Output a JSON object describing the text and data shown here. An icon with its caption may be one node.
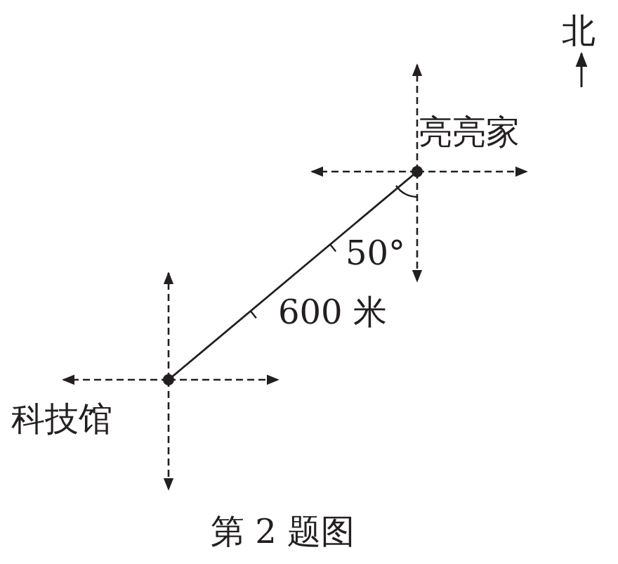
{
  "diagram": {
    "caption": "第 2 题图",
    "nodes": [
      {
        "text": [
          "亮亮家"
        ]
      },
      {
        "text": [
          "科技馆"
        ]
      }
    ],
    "edges": [
      {
        "from": 1,
        "to": 0,
        "arrow": "none",
        "label": "600 米"
      }
    ],
    "labels": [
      "北",
      "50°"
    ]
  }
}
